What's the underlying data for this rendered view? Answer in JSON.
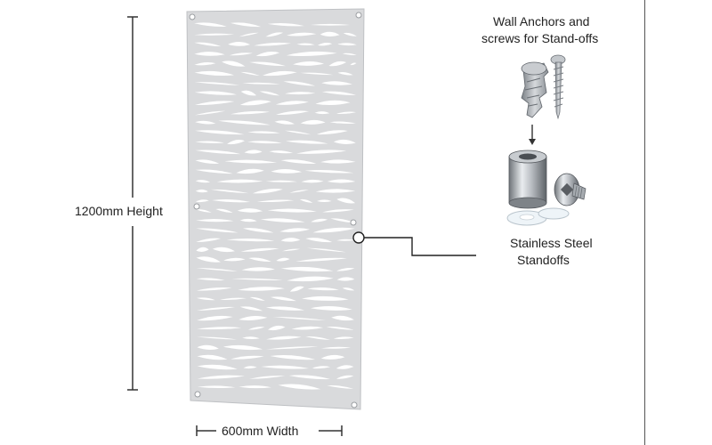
{
  "dimensions": {
    "height_label": "1200mm Height",
    "width_label": "600mm Width"
  },
  "callouts": {
    "anchors_line1": "Wall Anchors and",
    "anchors_line2": "screws for Stand-offs",
    "standoffs_line1": "Stainless Steel",
    "standoffs_line2": "Standoffs"
  },
  "colors": {
    "panel": "#d9dadc",
    "panel_edge": "#bfc1c4",
    "cutout": "#ffffff",
    "metal": "#a9adb2",
    "line": "#222222"
  },
  "icons": [
    "wall-anchor-icon",
    "screw-icon",
    "standoff-barrel-icon",
    "standoff-cap-screw-icon",
    "washer-icon",
    "arrow-down-icon"
  ]
}
